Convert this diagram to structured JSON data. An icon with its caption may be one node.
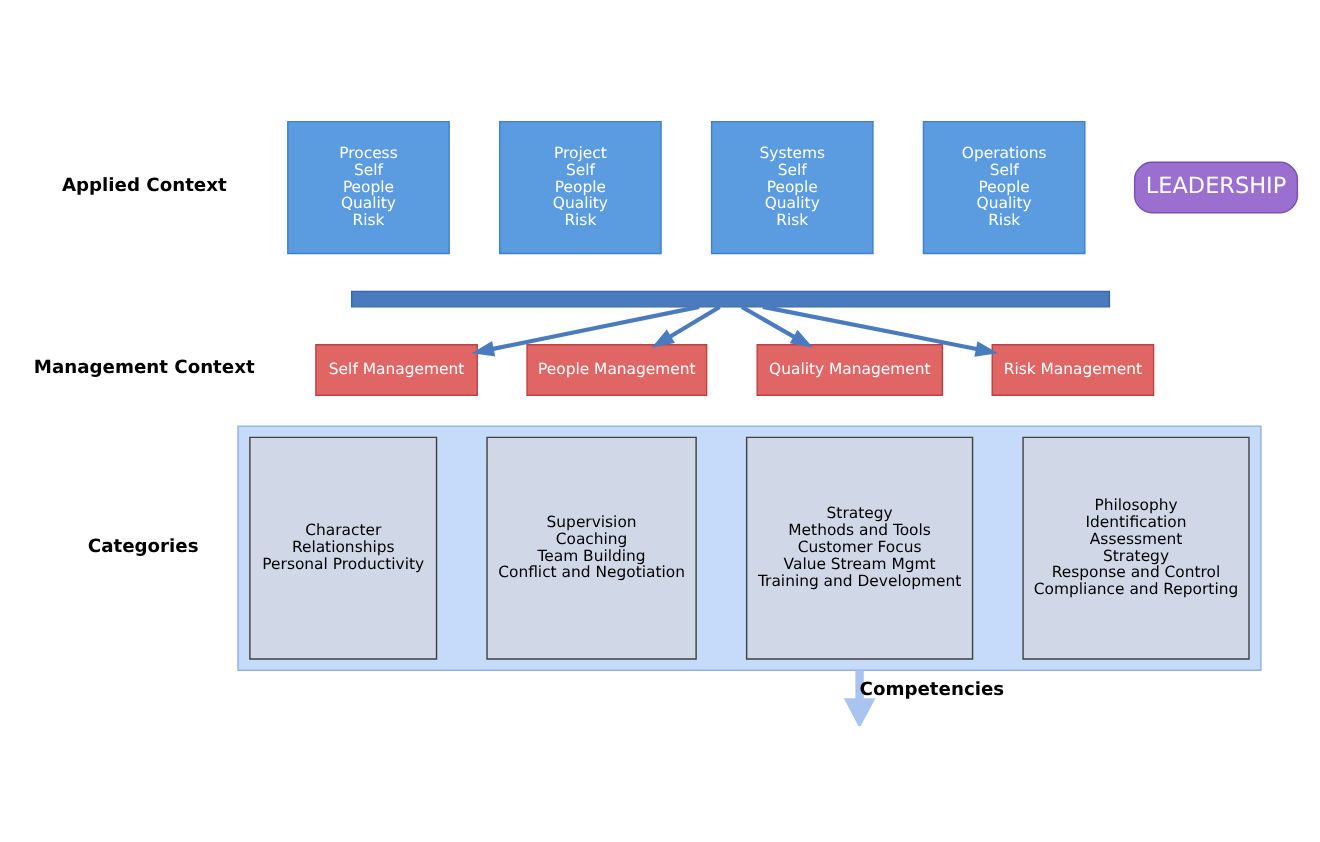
{
  "diagram": {
    "nodes": [
      {
        "text": [
          "Process",
          "Self",
          "People",
          "Quality",
          "Risk"
        ]
      },
      {
        "text": [
          "Project",
          "Self",
          "People",
          "Quality",
          "Risk"
        ]
      },
      {
        "text": [
          "Systems",
          "Self",
          "People",
          "Quality",
          "Risk"
        ]
      },
      {
        "text": [
          "Operations",
          "Self",
          "People",
          "Quality",
          "Risk"
        ]
      },
      {
        "text": [],
        "shape": "bar"
      },
      {
        "text": [
          "Self Management"
        ]
      },
      {
        "text": [
          "People Management"
        ]
      },
      {
        "text": [
          "Quality Management"
        ]
      },
      {
        "text": [
          "Risk Management"
        ]
      },
      {
        "text": [],
        "shape": "box"
      },
      {
        "text": [
          "Character",
          "Relationships",
          "Personal Productivity"
        ],
        "in": 9
      },
      {
        "text": [
          "Supervision",
          "Coaching",
          "Team Building",
          "Conflict and Negotiation"
        ],
        "in": 9
      },
      {
        "text": [
          "Strategy",
          "Methods and Tools",
          "Customer Focus",
          "Value Stream Mgmt",
          "Training and Development"
        ],
        "in": 9
      },
      {
        "text": [
          "Philosophy",
          "Identification",
          "Assessment",
          "Strategy",
          "Response and Control",
          "Compliance and Reporting"
        ],
        "in": 9
      },
      {
        "text": [
          "LEADERSHIP"
        ]
      }
    ],
    "edges": [
      {
        "from": 4,
        "to": 5,
        "arrow": "to"
      },
      {
        "from": 4,
        "to": 6,
        "arrow": "to"
      },
      {
        "from": 4,
        "to": 7,
        "arrow": "to"
      },
      {
        "from": 4,
        "to": 8,
        "arrow": "to"
      },
      {
        "from": 9,
        "to": null,
        "arrow": "to",
        "label": "Competencies",
        "style": "thick",
        "color": "#a9c4ef"
      }
    ],
    "labels": [
      "Applied Context",
      "Management Context",
      "Categories"
    ]
  }
}
